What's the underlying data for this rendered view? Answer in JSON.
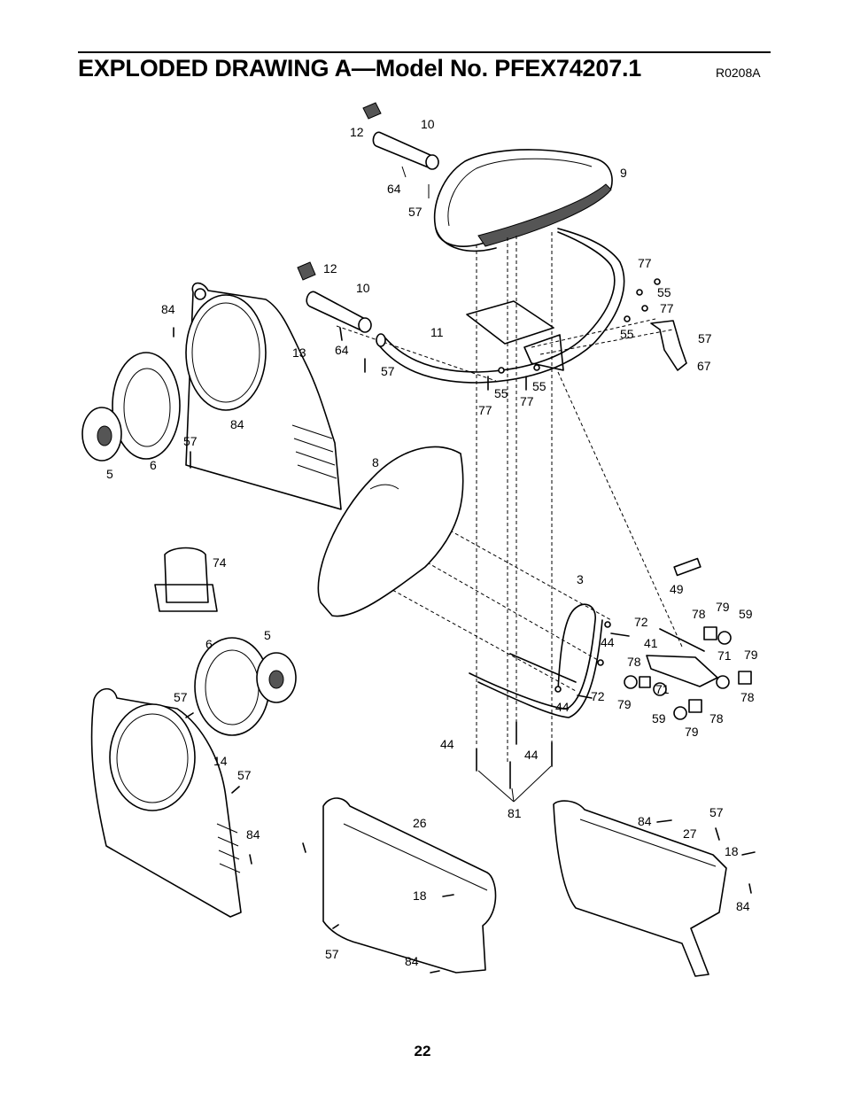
{
  "header": {
    "title": "EXPLODED DRAWING A—Model No. PFEX74207.1",
    "drawing_code": "R0208A"
  },
  "footer": {
    "page_number": "22"
  },
  "callouts": [
    "10",
    "12",
    "9",
    "64",
    "57",
    "12",
    "10",
    "77",
    "55",
    "77",
    "84",
    "13",
    "64",
    "11",
    "57",
    "55",
    "57",
    "67",
    "77",
    "55",
    "77",
    "55",
    "77",
    "84",
    "57",
    "5",
    "6",
    "8",
    "74",
    "49",
    "3",
    "78",
    "79",
    "59",
    "72",
    "44",
    "41",
    "71",
    "79",
    "78",
    "6",
    "5",
    "57",
    "44",
    "72",
    "78",
    "71",
    "78",
    "79",
    "59",
    "79",
    "14",
    "57",
    "44",
    "44",
    "81",
    "84",
    "26",
    "84",
    "57",
    "27",
    "18",
    "18",
    "84",
    "57",
    "84"
  ]
}
